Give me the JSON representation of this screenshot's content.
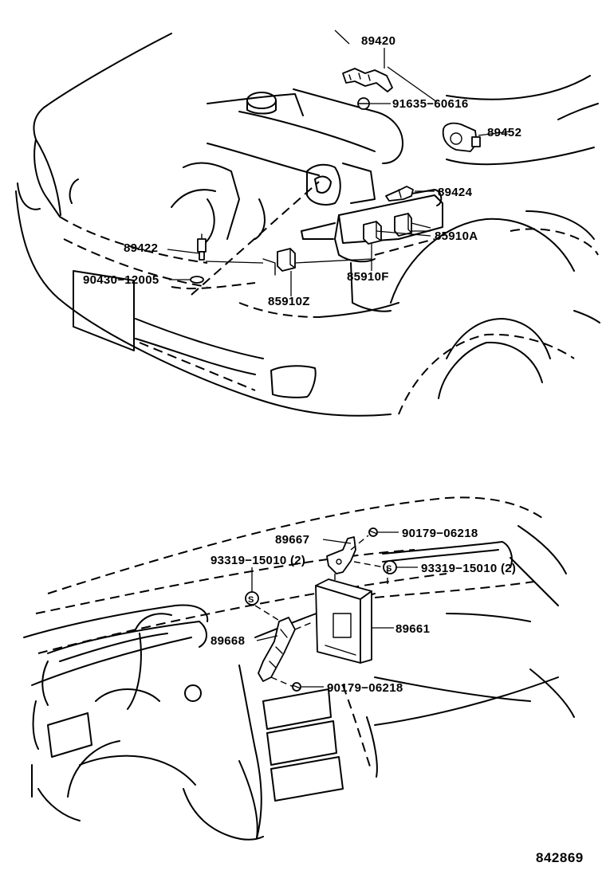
{
  "diagram": {
    "reference_number": "842869",
    "engine_bay_labels": {
      "p89420": "89420",
      "p91635": "91635−60616",
      "p89452": "89452",
      "p89424": "89424",
      "p85910A": "85910A",
      "p89422": "89422",
      "p90430": "90430−12005",
      "p85910F": "85910F",
      "p85910Z": "85910Z"
    },
    "dashboard_labels": {
      "p89667": "89667",
      "p90179_top": "90179−06218",
      "p93319_left": "93319−15010 (2)",
      "p93319_right": "93319−15010 (2)",
      "p89668": "89668",
      "p89661": "89661",
      "p90179_bottom": "90179−06218"
    },
    "symbols": {
      "stud_marker": "S"
    }
  }
}
